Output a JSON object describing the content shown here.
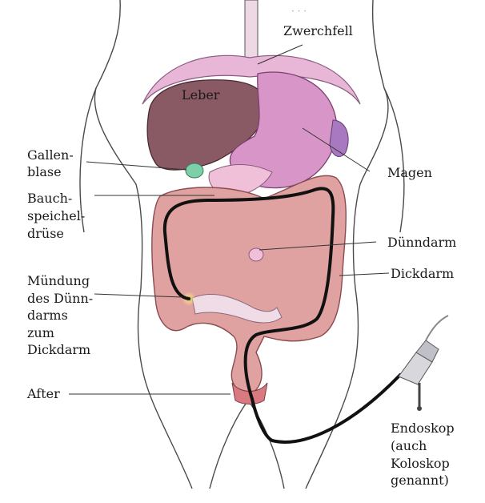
{
  "labels": {
    "zwerchfell": "Zwerchfell",
    "leber": "Leber",
    "gallenblase": [
      "Gallen-",
      "blase"
    ],
    "magen": "Magen",
    "bauchspeicheldruese": [
      "Bauch-",
      "speichel-",
      "drüse"
    ],
    "duenndarm": "Dünndarm",
    "dickdarm": "Dickdarm",
    "muendung": [
      "Mündung",
      "des Dünn-",
      "darms",
      "zum",
      "Dickdarm"
    ],
    "after": "After",
    "endoskop": [
      "Endoskop",
      "(auch",
      "Koloskop",
      "genannt)"
    ]
  },
  "colors": {
    "skin_outline": "#4a4a4a",
    "liver": "#8a5a64",
    "stomach": "#d896c8",
    "diaphragm": "#e8b6d6",
    "colon": "#e0a2a0",
    "colon_dark": "#b96b70",
    "small_intestine": "#e8c8dc",
    "gallbladder": "#7ccfa8",
    "spleen": "#a878c0",
    "endoscope": "#111111",
    "appendix_glow": "#f8e070"
  }
}
